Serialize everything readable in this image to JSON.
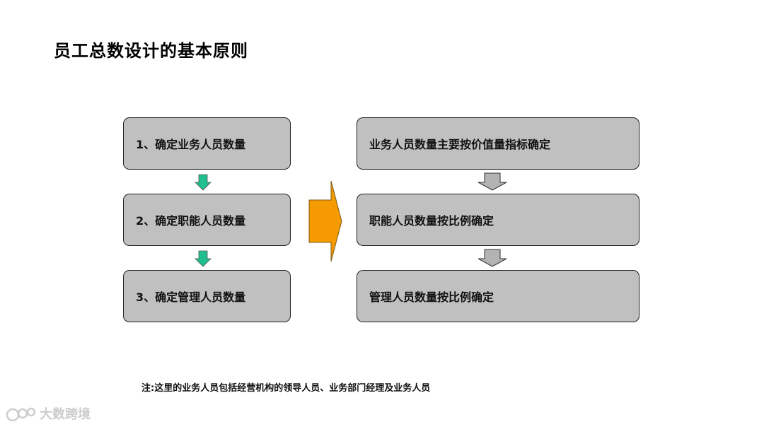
{
  "title": "员工总数设计的基本原则",
  "left_steps": [
    {
      "label": "1、确定业务人员数量"
    },
    {
      "label": "2、确定职能人员数量"
    },
    {
      "label": "3、确定管理人员数量"
    }
  ],
  "right_steps": [
    {
      "label": "业务人员数量主要按价值量指标确定"
    },
    {
      "label": "职能人员数量按比例确定"
    },
    {
      "label": "管理人员数量按比例确定"
    }
  ],
  "note": "注:这里的业务人员包括经营机构的领导人员、业务部门经理及业务人员",
  "watermark": "大数跨境",
  "colors": {
    "box_fill": "#c0c0c0",
    "left_arrow": "#1fbf8f",
    "right_arrow": "#b3b3b3",
    "big_arrow": "#f59a00"
  }
}
